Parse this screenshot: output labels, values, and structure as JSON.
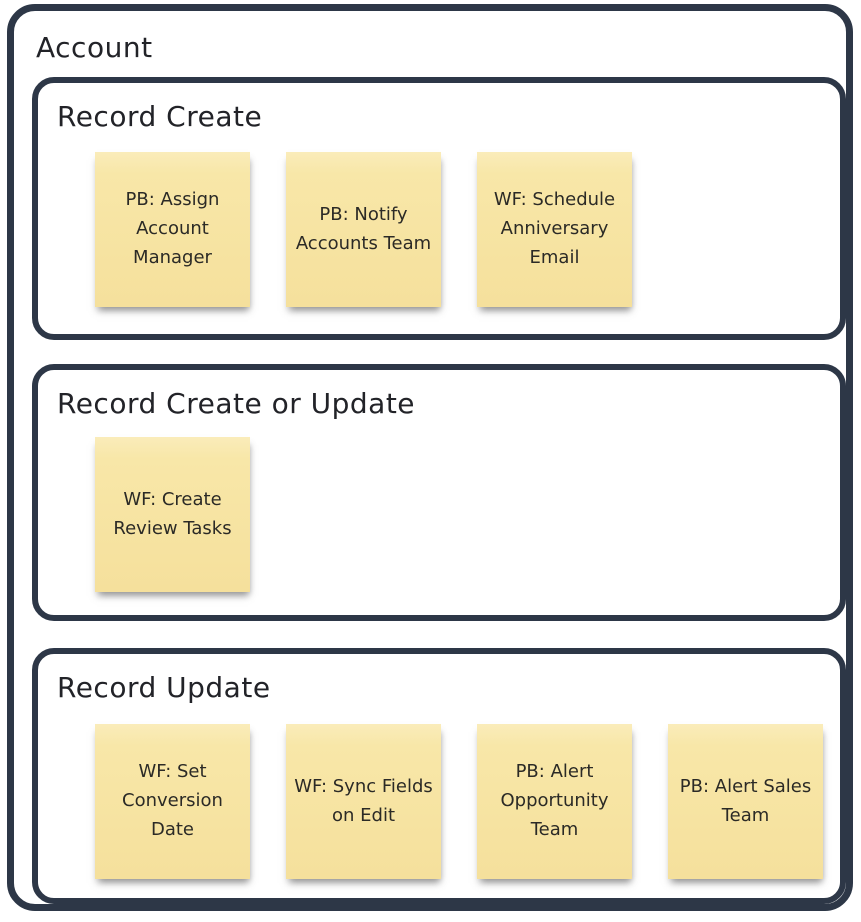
{
  "diagram": {
    "container": {
      "label": "Account"
    },
    "sections": [
      {
        "label": "Record Create",
        "notes": [
          "PB: Assign\nAccount\nManager",
          "PB: Notify\nAccounts Team",
          "WF: Schedule\nAnniversary\nEmail"
        ]
      },
      {
        "label": "Record Create or Update",
        "notes": [
          "WF: Create\nReview Tasks"
        ]
      },
      {
        "label": "Record Update",
        "notes": [
          "WF: Set\nConversion\nDate",
          "WF: Sync Fields\non Edit",
          "PB: Alert\nOpportunity\nTeam",
          "PB: Alert Sales\nTeam"
        ]
      }
    ],
    "colors": {
      "border": "#2d3747",
      "note_bg": "#f8e7a8",
      "note_text": "#2b2a26",
      "label_text": "#222328",
      "background": "#ffffff"
    }
  }
}
